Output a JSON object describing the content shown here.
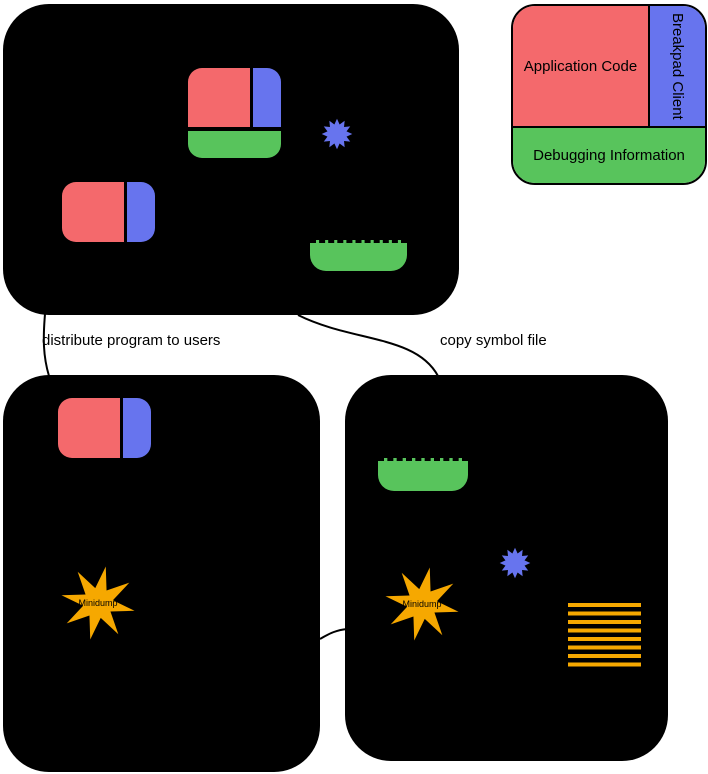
{
  "legend": {
    "application_code": "Application Code",
    "breakpad_client": "Breakpad Client",
    "debugging_information": "Debugging Information"
  },
  "connectors": {
    "distribute_label": "distribute program to users",
    "copy_symbol_label": "copy symbol file"
  },
  "minidump": {
    "label": "Minidump"
  },
  "colors": {
    "application_red": "#f4696c",
    "client_blue": "#6774ee",
    "debug_green": "#58c45c",
    "minidump_orange": "#f6a800",
    "panel_black": "#000000",
    "background": "#ffffff"
  }
}
